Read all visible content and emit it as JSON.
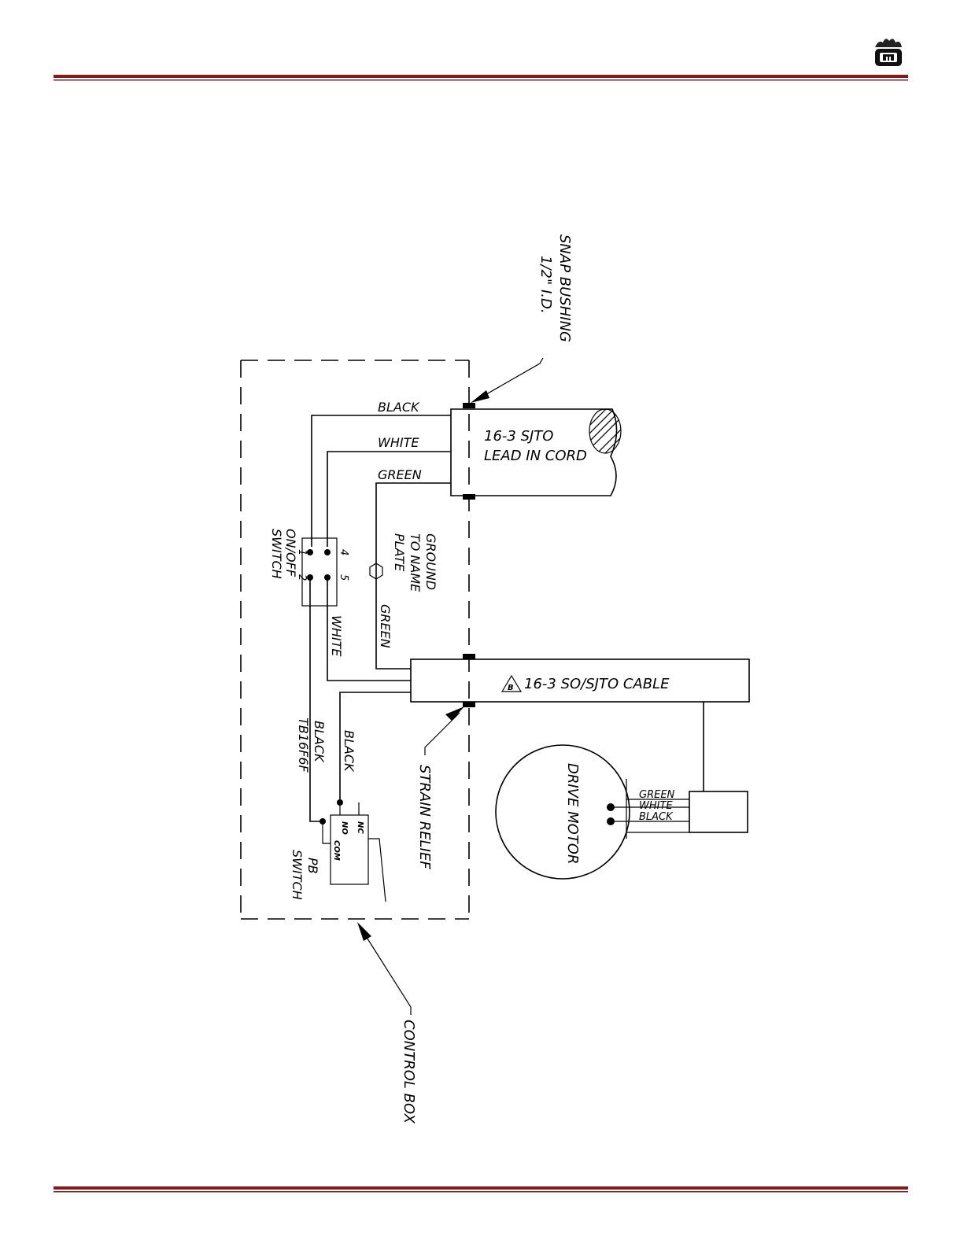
{
  "header": {
    "logo_icon": "company-logo-icon",
    "rule_color": "#7a1f1f"
  },
  "footer": {
    "rule_color": "#7a1f1f"
  },
  "diagram": {
    "snap_bushing": {
      "line1": "SNAP BUSHING",
      "line2": "1/2\" I.D."
    },
    "lead_in_cord": {
      "line1": "16-3 SJTO",
      "line2": "LEAD IN CORD"
    },
    "wire_black": "BLACK",
    "wire_white": "WHITE",
    "wire_green": "GREEN",
    "ground": {
      "line1": "GROUND",
      "line2": "TO NAME",
      "line3": "PLATE"
    },
    "green_vertical": "GREEN",
    "white_vertical": "WHITE",
    "on_off_switch": {
      "line1": "ON/OFF",
      "line2": "SWITCH",
      "t1": "1",
      "t2": "2",
      "t4": "4",
      "t5": "5"
    },
    "cable": {
      "marker": "B",
      "label": "16-3 SO/SJTO CABLE"
    },
    "black_vertical": "BLACK",
    "black_tb": {
      "line1": "BLACK",
      "line2": "TB16F6F"
    },
    "strain_relief": "STRAIN RELIEF",
    "pb_switch": {
      "line1": "PB",
      "line2": "SWITCH",
      "nc": "NC",
      "no": "NO",
      "com": "COM"
    },
    "drive_motor": "DRIVE MOTOR",
    "motor_wires": {
      "green": "GREEN",
      "white": "WHITE",
      "black": "BLACK"
    },
    "control_box": "CONTROL BOX"
  }
}
